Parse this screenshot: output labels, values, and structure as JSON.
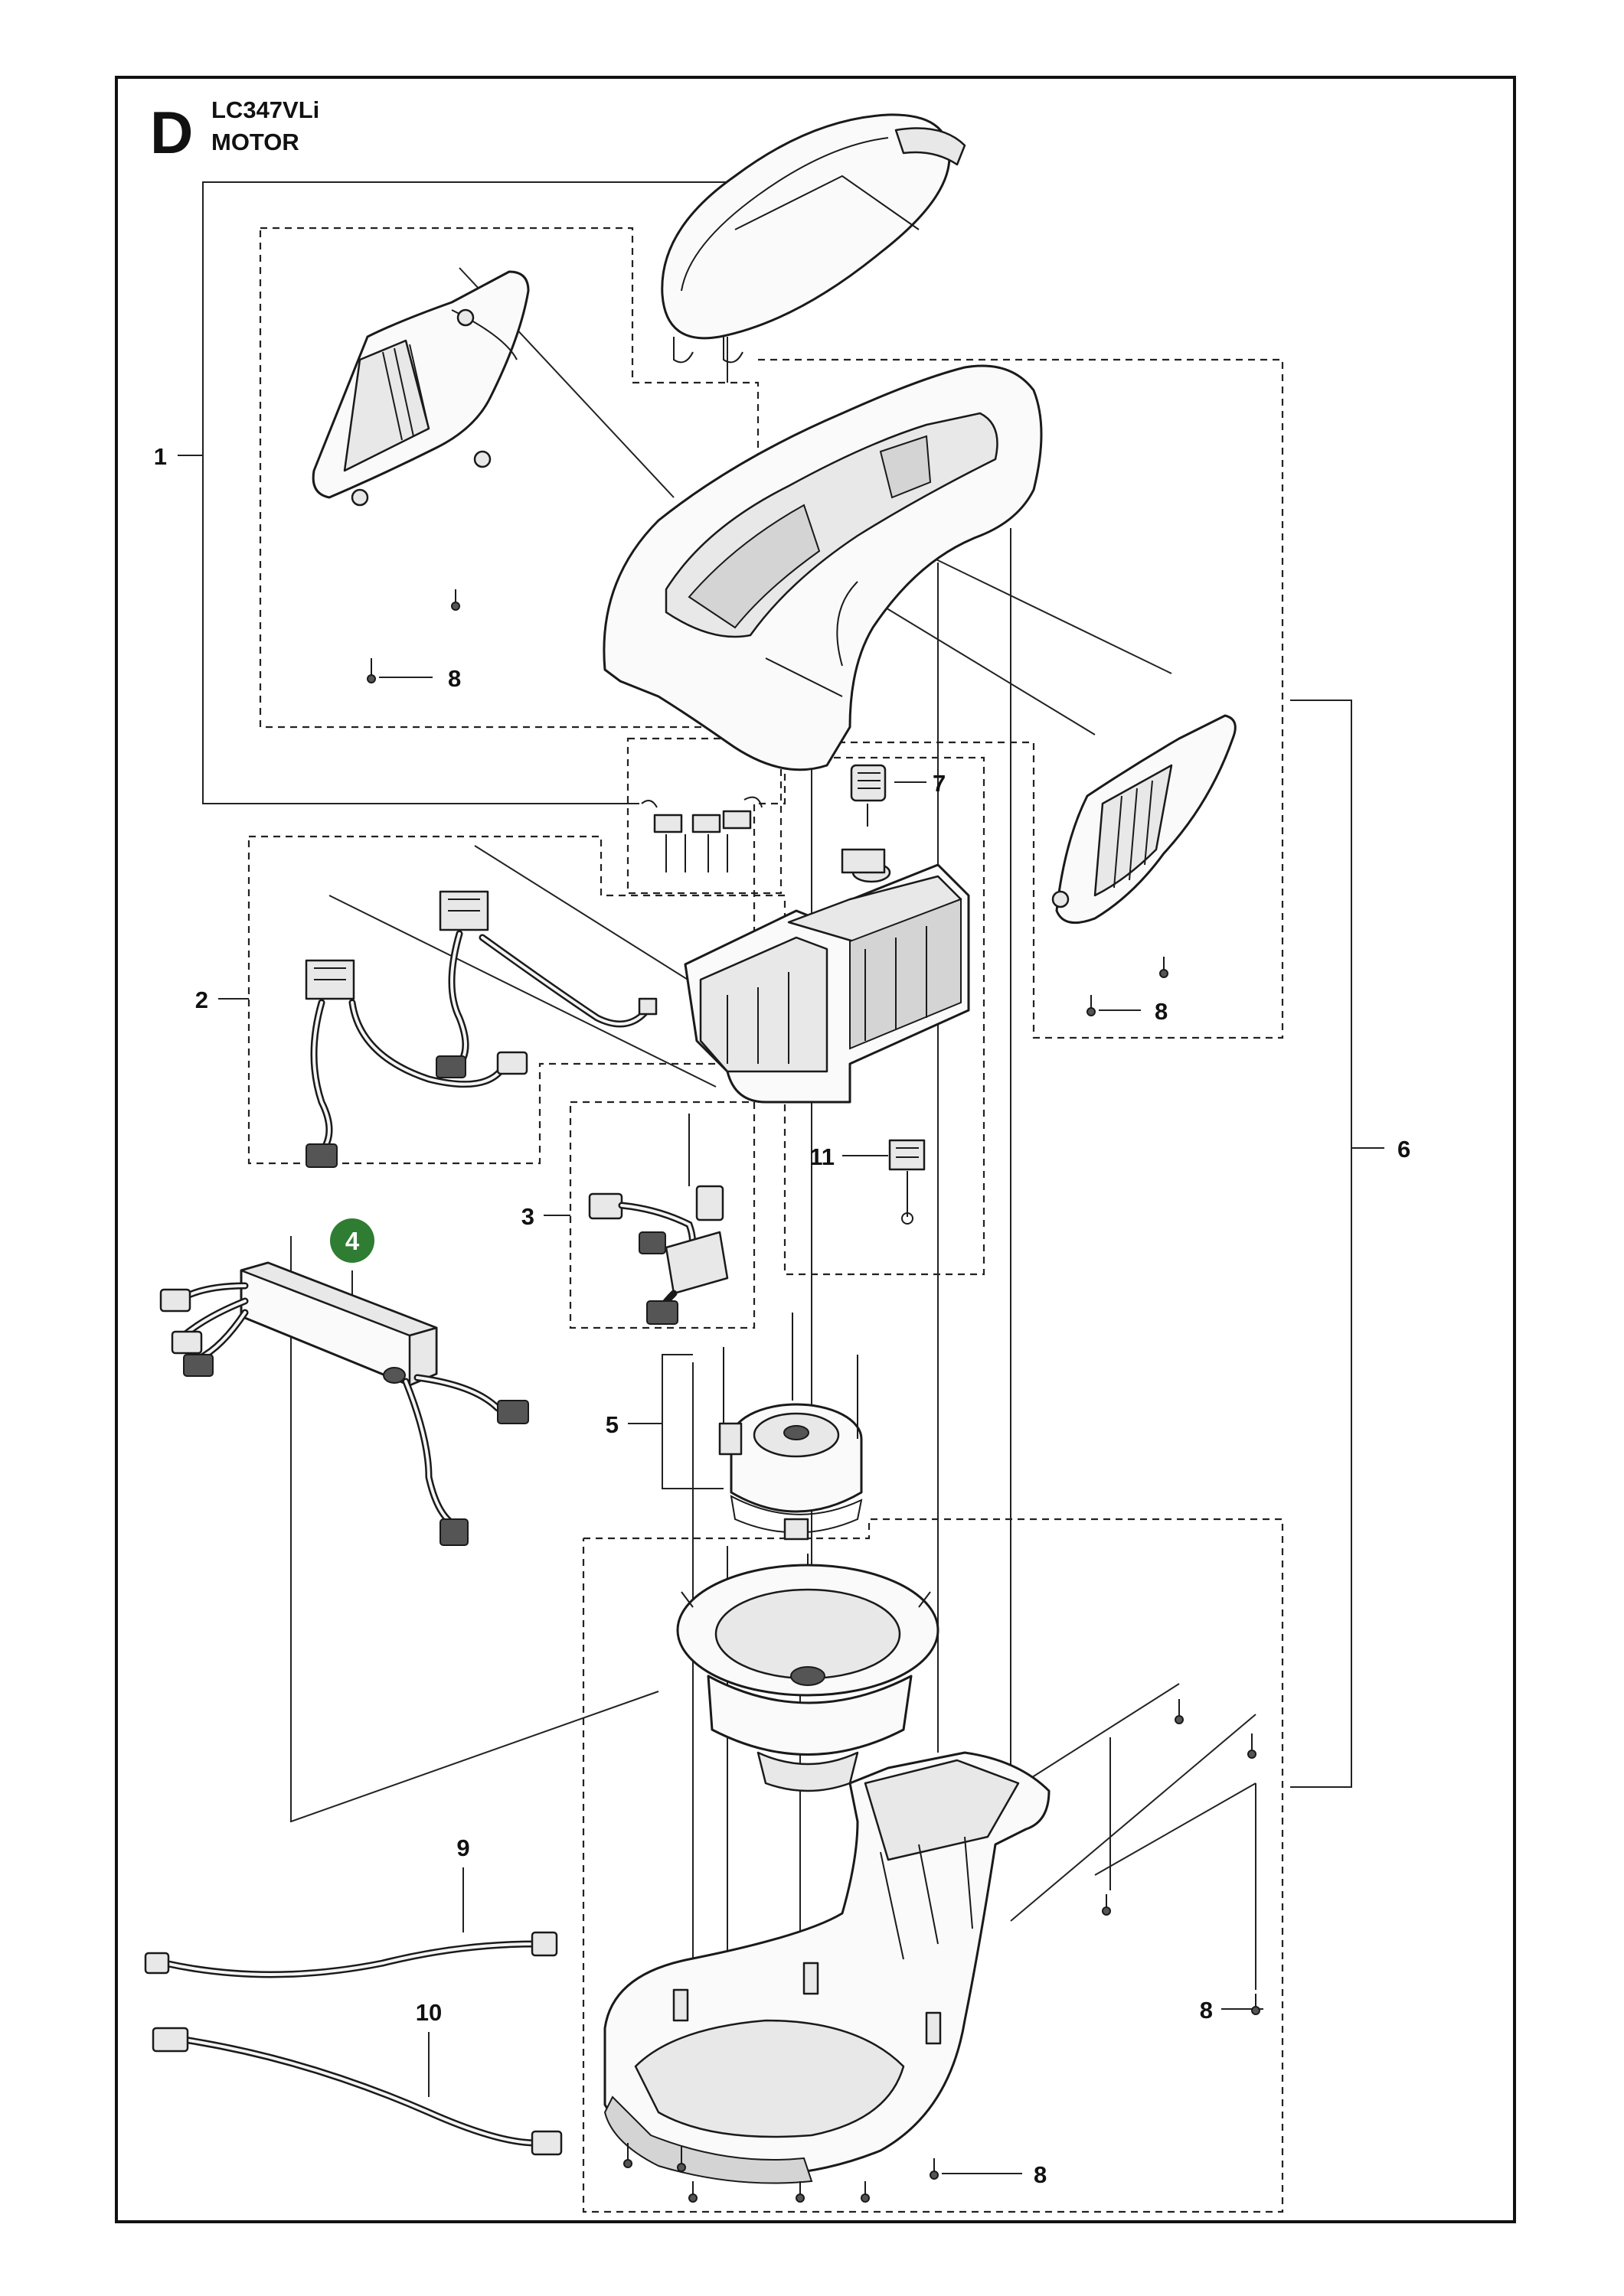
{
  "header": {
    "section_letter": "D",
    "model": "LC347VLi",
    "section_name": "MOTOR"
  },
  "callouts": [
    {
      "id": "1",
      "label": "1"
    },
    {
      "id": "2",
      "label": "2"
    },
    {
      "id": "3",
      "label": "3"
    },
    {
      "id": "4",
      "label": "4",
      "highlighted": true
    },
    {
      "id": "5",
      "label": "5"
    },
    {
      "id": "6",
      "label": "6"
    },
    {
      "id": "7",
      "label": "7"
    },
    {
      "id": "8a",
      "label": "8"
    },
    {
      "id": "8b",
      "label": "8"
    },
    {
      "id": "8c",
      "label": "8"
    },
    {
      "id": "8d",
      "label": "8"
    },
    {
      "id": "9",
      "label": "9"
    },
    {
      "id": "10",
      "label": "10"
    },
    {
      "id": "11",
      "label": "11"
    }
  ],
  "colors": {
    "highlight_badge": "#2e7d32",
    "line": "#111111",
    "background": "#ffffff"
  }
}
